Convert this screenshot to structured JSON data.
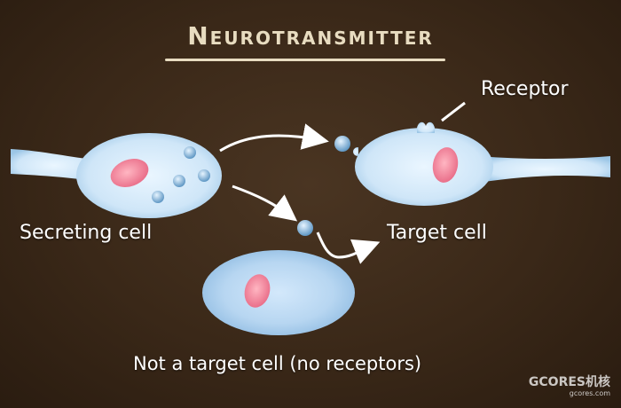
{
  "title": "Neurotransmitter",
  "labels": {
    "receptor": "Receptor",
    "secreting_cell": "Secreting cell",
    "target_cell": "Target cell",
    "not_target_cell": "Not a target cell  (no receptors)"
  },
  "watermark": {
    "brand": "GCORES机核",
    "url": "gcores.com"
  },
  "colors": {
    "background": "#3a2818",
    "cell_fill": "#d6ecfb",
    "cell_edge": "#a9cde8",
    "nucleus": "#f08aa0",
    "vesicle": "#7fb2d6",
    "text": "#ffffff",
    "title": "#e8dcc0"
  }
}
